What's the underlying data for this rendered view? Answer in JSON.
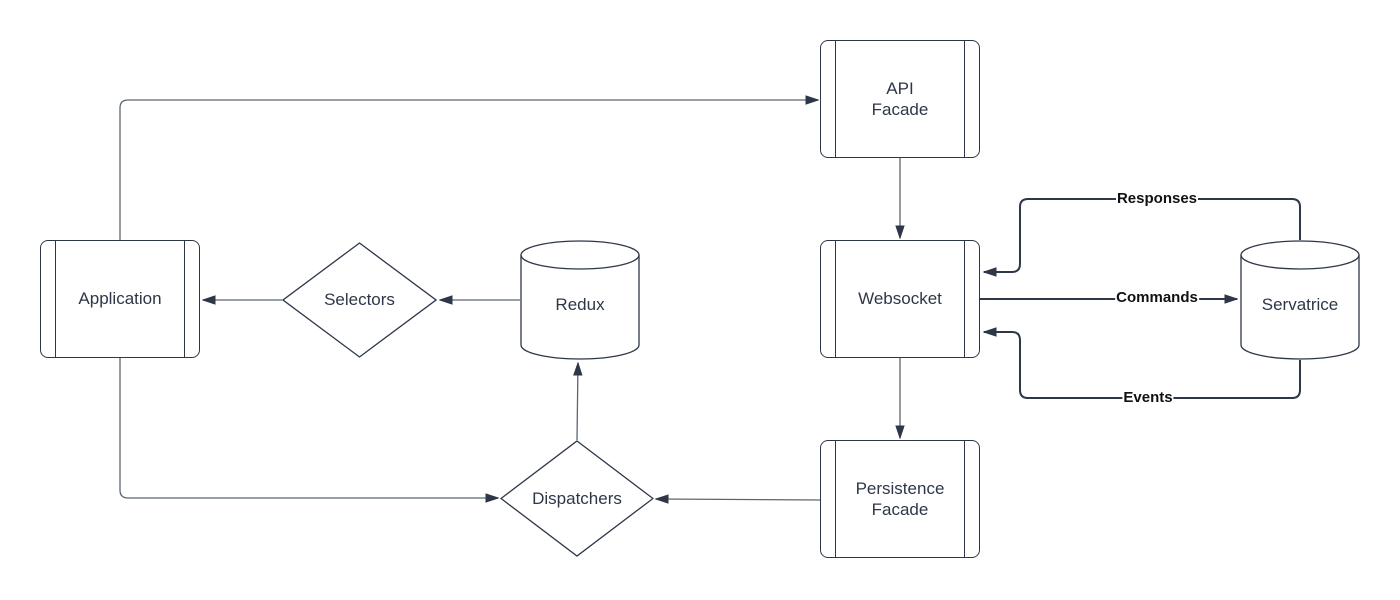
{
  "diagram": {
    "type": "architecture-flowchart",
    "colors": {
      "background": "#ffffff",
      "shape_stroke": "#2D3748",
      "shape_fill": "#ffffff",
      "thin_edge_stroke": "#5B6670",
      "bold_edge_stroke": "#2D3748",
      "node_text": "#2D3748",
      "edge_label_text": "#111111"
    },
    "nodes": {
      "application": {
        "label": "Application",
        "shape": "process"
      },
      "selectors": {
        "label": "Selectors",
        "shape": "diamond"
      },
      "redux": {
        "label": "Redux",
        "shape": "cylinder"
      },
      "api_facade": {
        "label": "API\nFacade",
        "shape": "process"
      },
      "websocket": {
        "label": "Websocket",
        "shape": "process"
      },
      "servatrice": {
        "label": "Servatrice",
        "shape": "cylinder"
      },
      "persistence_facade": {
        "label": "Persistence\nFacade",
        "shape": "process"
      },
      "dispatchers": {
        "label": "Dispatchers",
        "shape": "diamond"
      }
    },
    "edges": {
      "responses": {
        "label": "Responses",
        "from": "servatrice",
        "to": "websocket"
      },
      "commands": {
        "label": "Commands",
        "from": "websocket",
        "to": "servatrice"
      },
      "events": {
        "label": "Events",
        "from": "servatrice",
        "to": "websocket"
      },
      "application_to_api_facade": {
        "label": ""
      },
      "api_facade_to_websocket": {
        "label": ""
      },
      "websocket_to_persistence": {
        "label": ""
      },
      "persistence_to_dispatchers": {
        "label": ""
      },
      "dispatchers_to_redux": {
        "label": ""
      },
      "redux_to_selectors": {
        "label": ""
      },
      "selectors_to_application": {
        "label": ""
      },
      "application_to_dispatchers": {
        "label": ""
      }
    }
  }
}
